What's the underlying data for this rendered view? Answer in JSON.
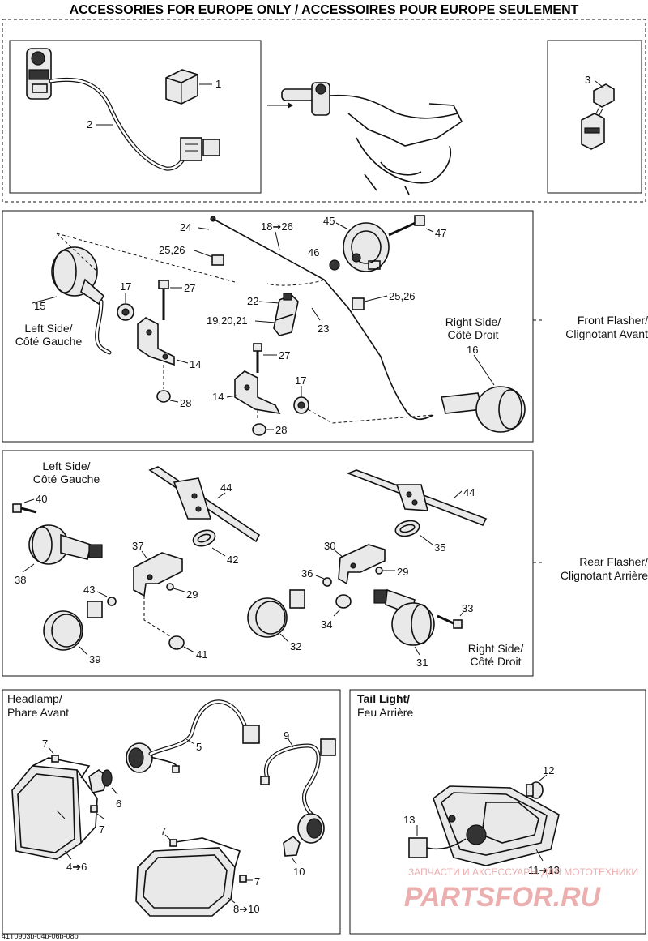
{
  "title": "ACCESSORIES FOR EUROPE ONLY / ACCESSOIRES POUR EUROPE SEULEMENT",
  "sections": {
    "front_flasher": {
      "caption_en": "Front Flasher/",
      "caption_fr": "Clignotant Avant",
      "left_side_en": "Left Side/",
      "left_side_fr": "Côté Gauche",
      "right_side_en": "Right Side/",
      "right_side_fr": "Côté Droit"
    },
    "rear_flasher": {
      "caption_en": "Rear Flasher/",
      "caption_fr": "Clignotant Arrière",
      "left_side_en": "Left Side/",
      "left_side_fr": "Côté Gauche",
      "right_side_en": "Right Side/",
      "right_side_fr": "Côté Droit"
    },
    "headlamp": {
      "caption_en": "Headlamp/",
      "caption_fr": "Phare Avant"
    },
    "tail_light": {
      "caption_en": "Tail Light/",
      "caption_fr": "Feu Arrière"
    }
  },
  "labels": {
    "p1": "1",
    "p2": "2",
    "p3": "3",
    "p14a": "14",
    "p14b": "14",
    "p15": "15",
    "p16": "16",
    "p17a": "17",
    "p17b": "17",
    "p1821": "19,20,21",
    "p22": "22",
    "p23": "23",
    "p24": "24",
    "p2526a": "25,26",
    "p2526b": "25,26",
    "p27a": "27",
    "p27b": "27",
    "p28a": "28",
    "p28b": "28",
    "p1826": "18➔26",
    "p45": "45",
    "p46": "46",
    "p47": "47",
    "p29a": "29",
    "p29b": "29",
    "p30": "30",
    "p31": "31",
    "p32": "32",
    "p33": "33",
    "p34": "34",
    "p35": "35",
    "p36": "36",
    "p37": "37",
    "p38": "38",
    "p39": "39",
    "p40": "40",
    "p41": "41",
    "p42": "42",
    "p43": "43",
    "p44a": "44",
    "p44b": "44",
    "p4_6": "4➔6",
    "p5": "5",
    "p6": "6",
    "p7a": "7",
    "p7b": "7",
    "p7c": "7",
    "p7d": "7",
    "p8_10": "8➔10",
    "p9": "9",
    "p10": "10",
    "p11_13": "11➔13",
    "p12": "12",
    "p13": "13"
  },
  "watermark": {
    "line1": "ЗАПЧАСТИ И АКСЕССУАРЫ ДЛЯ МОТОТЕХНИКИ",
    "line2": "PARTSFOR.RU",
    "color": "#e9a7a7"
  },
  "footer_code": "41T0903b-04b-06b-08b"
}
